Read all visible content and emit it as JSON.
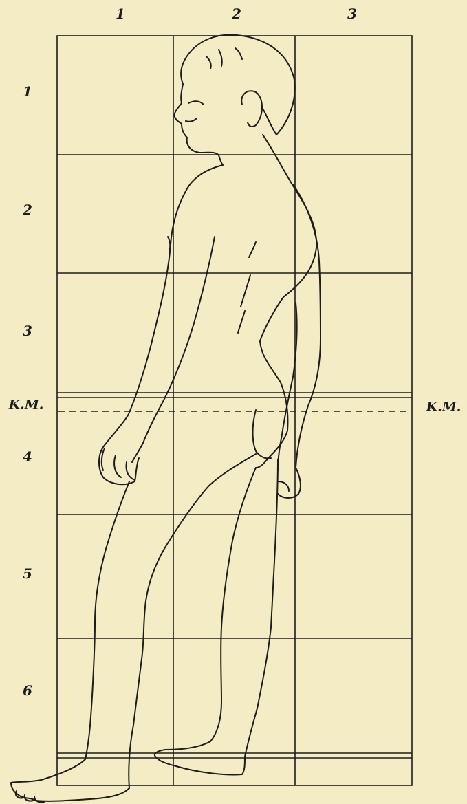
{
  "column_labels": [
    "1",
    "2",
    "3"
  ],
  "row_labels": [
    "1",
    "2",
    "3",
    "4",
    "5",
    "6"
  ],
  "marker": {
    "left": "K.M.",
    "right": "K.M."
  },
  "colors": {
    "paper": "#f4ecc4",
    "ink": "#1c1c1c"
  }
}
